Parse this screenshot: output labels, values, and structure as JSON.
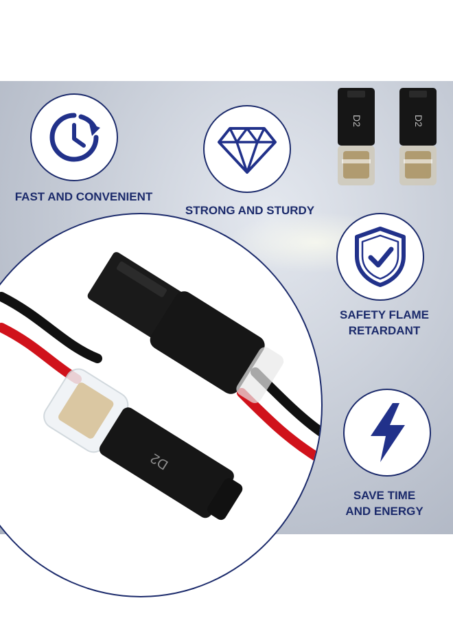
{
  "features": {
    "fast": {
      "label": "FAST AND CONVENIENT",
      "icon": "clock-icon"
    },
    "strong": {
      "label": "STRONG AND STURDY",
      "icon": "diamond-icon"
    },
    "safety": {
      "label_line1": "SAFETY FLAME",
      "label_line2": "RETARDANT",
      "icon": "shield-check-icon"
    },
    "save": {
      "label_line1": "SAVE TIME",
      "label_line2": "AND ENERGY",
      "icon": "lightning-bolt-icon"
    }
  },
  "product": {
    "marking": "D2"
  },
  "colors": {
    "brand_navy": "#1b2a6b",
    "icon_blue": "#21318a",
    "wire_red": "#d0121b",
    "connector_black": "#161616"
  }
}
